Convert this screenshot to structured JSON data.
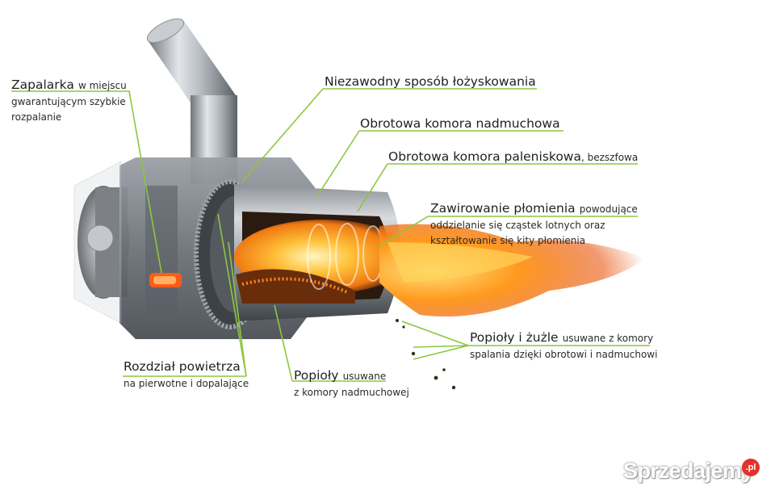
{
  "accent_color": "#8dc63f",
  "labels": {
    "ignitor": {
      "main": "Zapalarka",
      "inline": "w miejscu",
      "line2": "gwarantującym szybkie",
      "line3": "rozpalanie"
    },
    "bearing": {
      "main": "Niezawodny sposób łożyskowania"
    },
    "blower": {
      "main": "Obrotowa komora nadmuchowa"
    },
    "furnace": {
      "main": "Obrotowa komora paleniskowa",
      "inline": ", bezszfowa"
    },
    "swirl": {
      "main": "Zawirowanie płomienia",
      "inline": "powodujące",
      "line2": "oddzielanie się cząstek lotnych oraz",
      "line3": "kształtowanie się kity płomienia"
    },
    "ash_slag": {
      "main": "Popioły i żużle",
      "inline": "usuwane z komory",
      "line2": "spalania dzięki  obrotowi i nadmuchowi"
    },
    "air": {
      "main": "Rozdział powietrza",
      "line2": "na pierwotne i dopalające"
    },
    "ash": {
      "main": "Popioły",
      "inline": "usuwane",
      "line2": "z komory nadmuchowej"
    }
  },
  "watermark": {
    "text": "Sprzedajemy",
    "badge": ".pl"
  }
}
